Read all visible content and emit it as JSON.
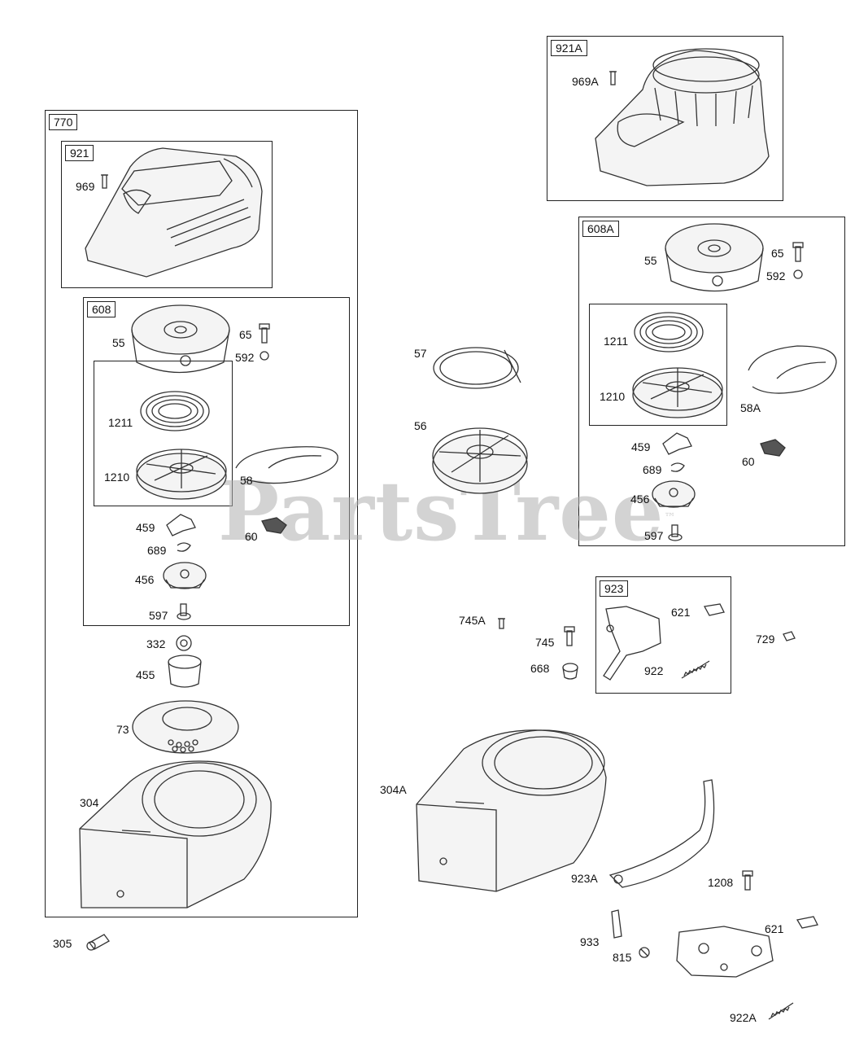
{
  "watermark": {
    "text": "PartsTree",
    "trademark": "™"
  },
  "boxes": {
    "b770": "770",
    "b921": "921",
    "b608": "608",
    "b921A": "921A",
    "b608A": "608A",
    "b923": "923"
  },
  "labels": {
    "l969": "969",
    "l55": "55",
    "l65": "65",
    "l592": "592",
    "l1211": "1211",
    "l1210": "1210",
    "l58": "58",
    "l459": "459",
    "l60": "60",
    "l689": "689",
    "l456": "456",
    "l597": "597",
    "l332": "332",
    "l455": "455",
    "l73": "73",
    "l304": "304",
    "l305": "305",
    "l969A": "969A",
    "l57": "57",
    "l56": "56",
    "l55b": "55",
    "l65b": "65",
    "l592b": "592",
    "l1211b": "1211",
    "l1210b": "1210",
    "l58A": "58A",
    "l459b": "459",
    "l60b": "60",
    "l689b": "689",
    "l456b": "456",
    "l597b": "597",
    "l745A": "745A",
    "l745": "745",
    "l668": "668",
    "l621": "621",
    "l922": "922",
    "l729": "729",
    "l304A": "304A",
    "l923A": "923A",
    "l1208": "1208",
    "l933": "933",
    "l815": "815",
    "l621b": "621",
    "l922A": "922A"
  }
}
